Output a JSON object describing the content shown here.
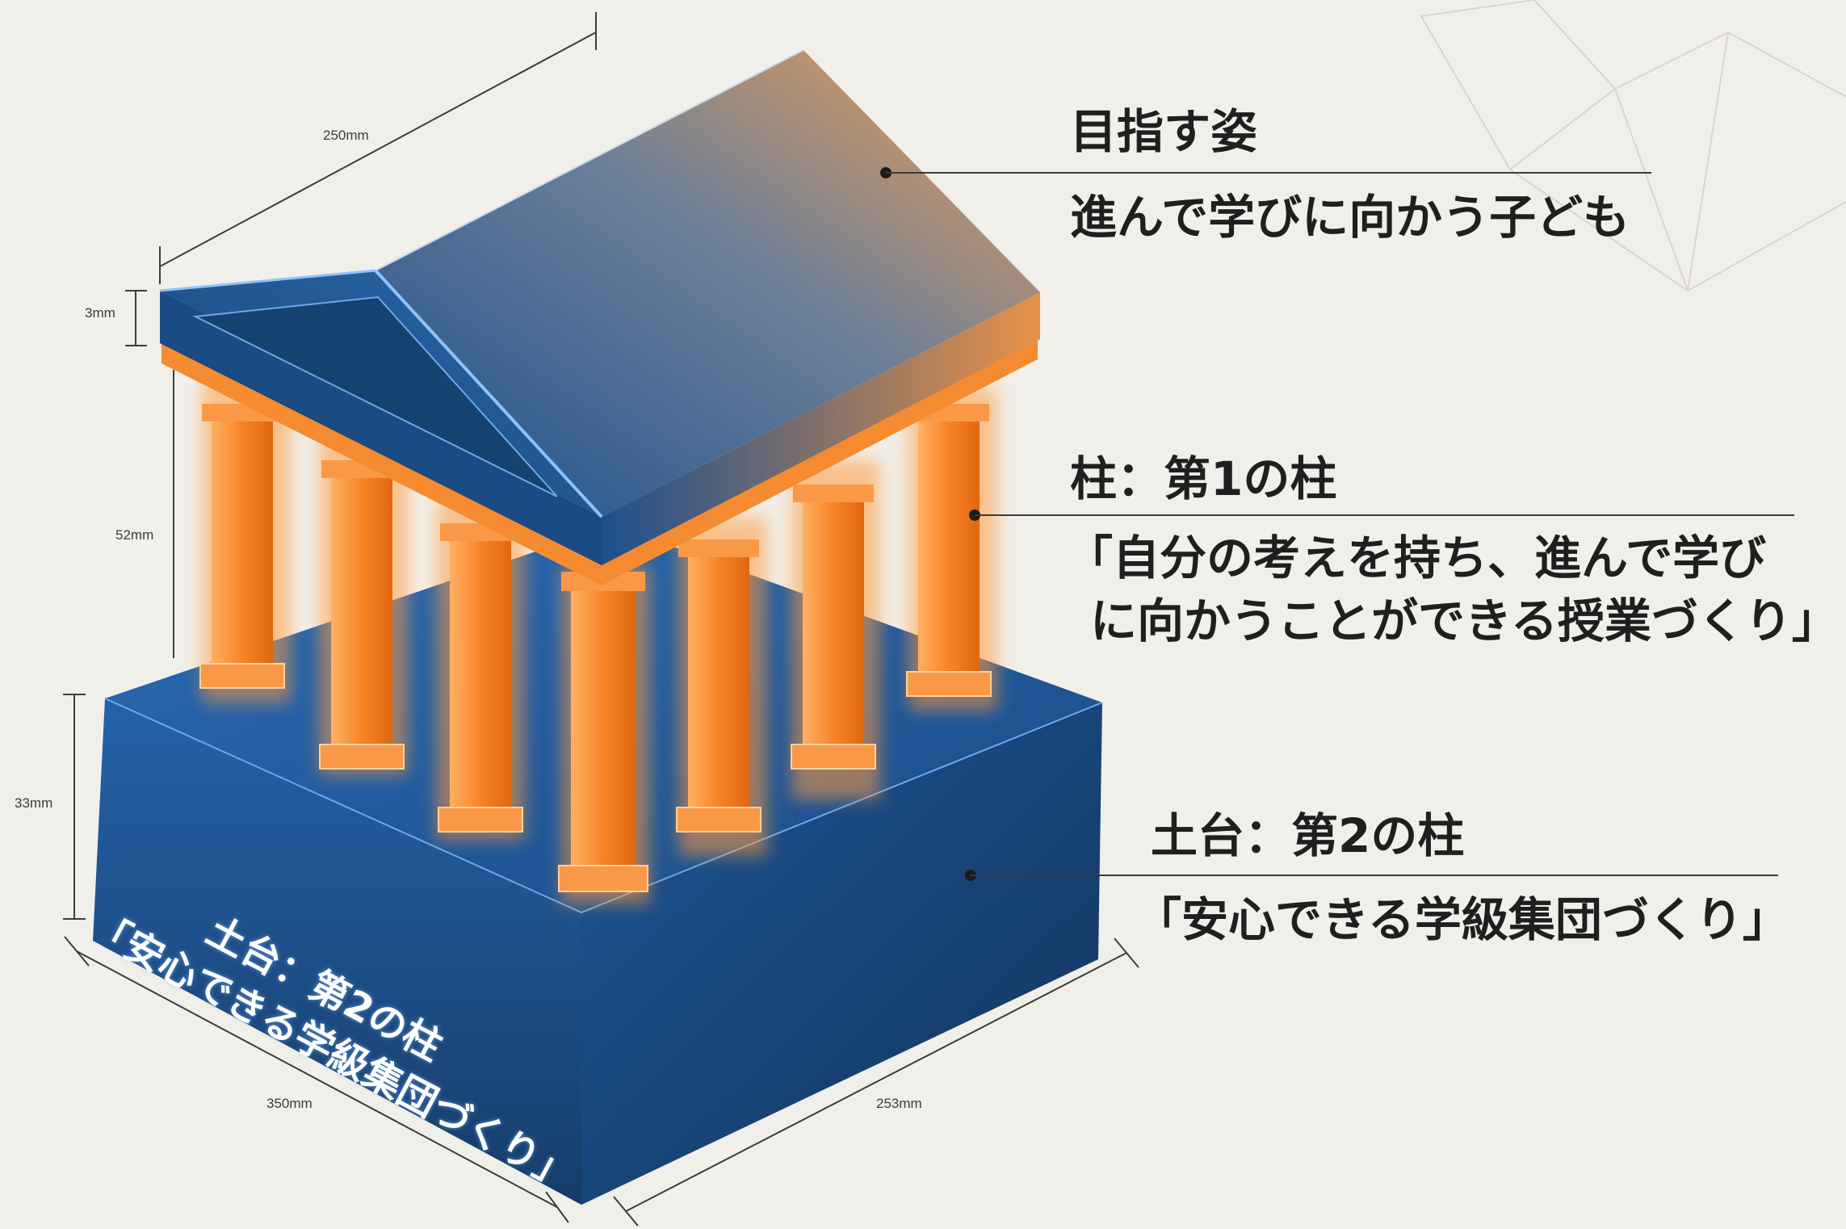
{
  "labels": {
    "goal": {
      "title": "目指す姿",
      "description": "進んで学びに向かう子ども"
    },
    "pillar": {
      "title": "柱：第1の柱",
      "description_line1": "「自分の考えを持ち、進んで学び",
      "description_line2": "に向かうことができる授業づくり」"
    },
    "foundation": {
      "title": "土台：第2の柱",
      "description": "「安心できる学級集団づくり」"
    }
  },
  "base_inscription": {
    "line1": "土台：第2の柱",
    "line2": "「安心できる学級集団づくり」"
  },
  "dimensions": {
    "roof_width": "250mm",
    "roof_thickness": "3mm",
    "column_height": "52mm",
    "base_height": "33mm",
    "base_width": "350mm",
    "base_depth": "253mm"
  },
  "colors": {
    "background": "#f1efe9",
    "navy": "#1d4d86",
    "orange": "#f47a1f",
    "text": "#1f1f1f"
  }
}
